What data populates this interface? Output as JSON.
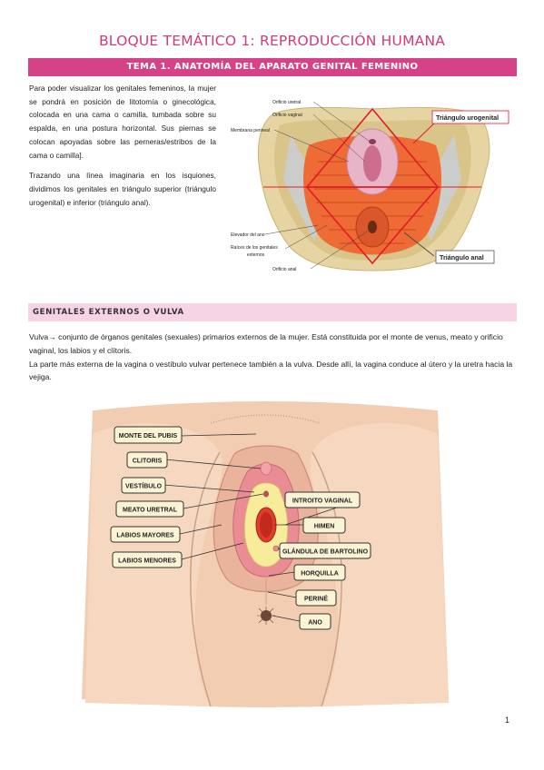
{
  "header": {
    "bloque_title": "BLOQUE TEMÁTICO 1: REPRODUCCIÓN HUMANA",
    "tema_title": "TEMA 1. ANATOMÍA DEL APARATO GENITAL FEMENINO"
  },
  "intro": {
    "para1": "Para poder visualizar los genitales femeninos, la mujer se pondrá en posición de litotomía o ginecológica, colocada en una cama o camilla, tumbada sobre su espalda, en una postura horizontal. Sus piernas se colocan apoyadas sobre las perneras/estribos de la cama o camilla].",
    "para2": "Trazando una línea imaginaria en los isquiones, dividimos los genitales en triángulo superior (triángulo urogenital) e inferior (triángulo anal)."
  },
  "figure1": {
    "labels": {
      "orificio_uretral": "Orificio uretral",
      "orificio_vaginal": "Orificio vaginal",
      "membrana_perineal": "Membrana perineal",
      "elevador_ano": "Elevador del ano",
      "raices": "Raíces de los genitales externos",
      "orificio_anal": "Orificio anal",
      "triangulo_urogenital": "Triángulo urogenital",
      "triangulo_anal": "Triángulo anal"
    }
  },
  "section": {
    "heading": "GENITALES EXTERNOS O VULVA",
    "line1": "Vulva→ conjunto de órganos genitales (sexuales) primarios externos de la mujer. Está constituida por el monte de venus, meato y orificio vaginal, los labios y el clítoris.",
    "line2": "La parte más externa de la vagina o vestíbulo vulvar pertenece también a la vulva. Desde allí, la vagina conduce al útero y la uretra hacia la vejiga."
  },
  "figure2": {
    "labels": {
      "monte": "MONTE DEL PUBIS",
      "clitoris": "CLITORIS",
      "vestibulo": "VESTÍBULO",
      "meato": "MEATO URETRAL",
      "labios_mayores": "LABIOS MAYORES",
      "labios_menores": "LABIOS MENORES",
      "introito": "INTROITO VAGINAL",
      "himen": "HIMEN",
      "bartolino": "GLÁNDULA DE BARTOLINO",
      "horquilla": "HORQUILLA",
      "perine": "PERINÉ",
      "ano": "ANO"
    },
    "colors": {
      "skin": "#f3cdb1",
      "label_bg": "#fbf3d6",
      "labia_minora": "#e98c93",
      "vestibule": "#f6ec9a"
    }
  },
  "footer": {
    "page_number": "1"
  }
}
